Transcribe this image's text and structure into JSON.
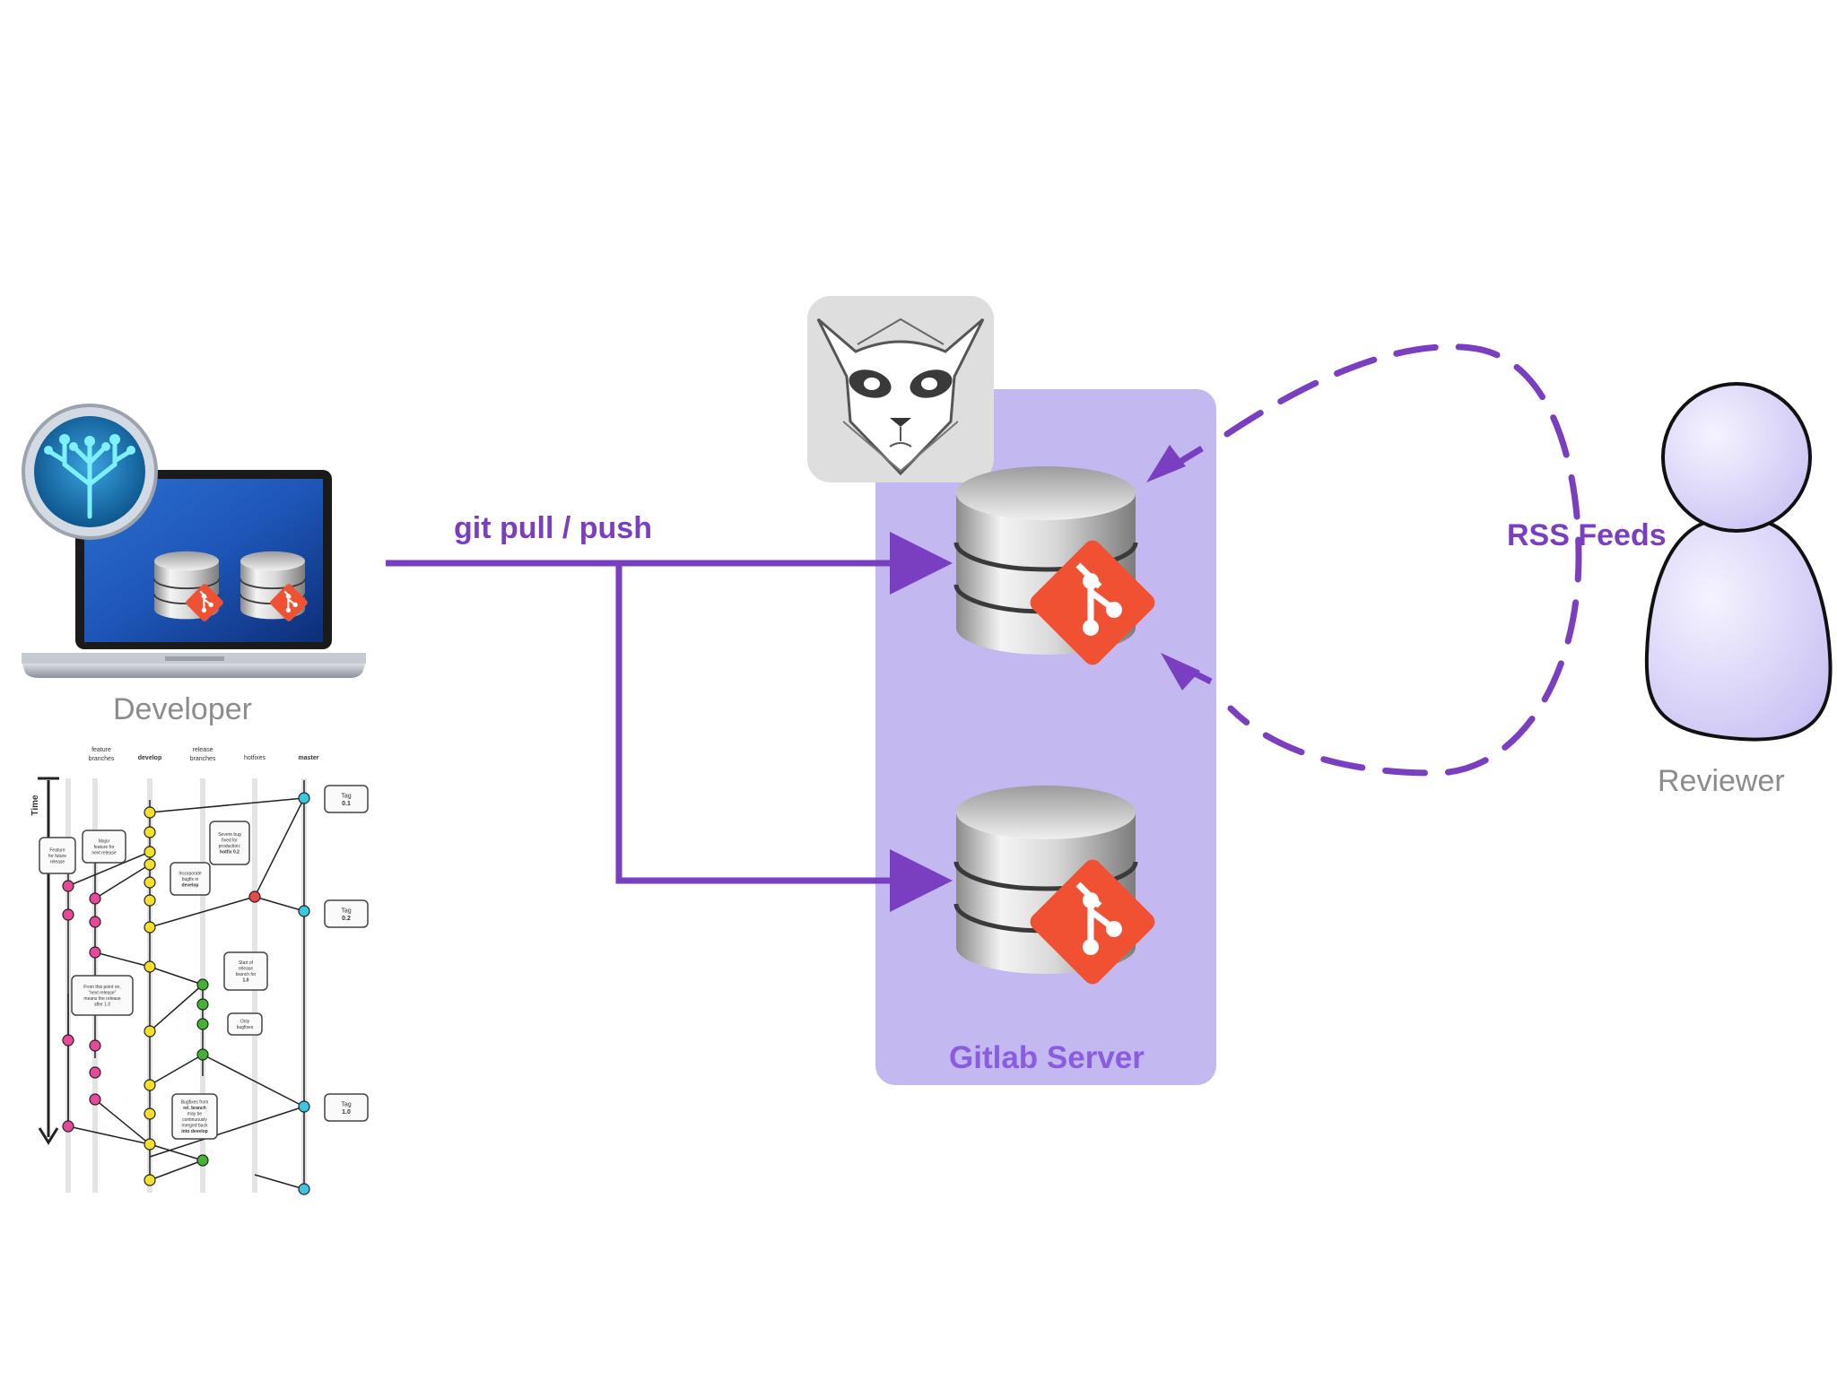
{
  "labels": {
    "developer": "Developer",
    "reviewer": "Reviewer",
    "git_pull_push": "git pull / push",
    "rss_feeds": "RSS Feeds",
    "gitlab_server": "Gitlab Server"
  },
  "gitflow": {
    "columns": [
      "feature",
      "branches",
      "develop",
      "release",
      "branches",
      "hotfixes",
      "master"
    ],
    "time_label": "Time",
    "notes": {
      "tag01": [
        "Tag",
        "0.1"
      ],
      "tag02": [
        "Tag",
        "0.2"
      ],
      "tag10": [
        "Tag",
        "1.0"
      ],
      "feature_future": [
        "Feature",
        "for future",
        "release"
      ],
      "major_feature": [
        "Major",
        "feature for",
        "next release"
      ],
      "severe_bug": [
        "Severe bug",
        "fixed for",
        "production:",
        "hotfix 0.2"
      ],
      "incorporate": [
        "Incorporate",
        "bugfix in",
        "develop"
      ],
      "start_release": [
        "Start of",
        "release",
        "branch for",
        "1.0"
      ],
      "from_this_point": [
        "From this point on,",
        "\"next release\"",
        "means the release",
        "after 1.0"
      ],
      "only_bugfixes": [
        "Only",
        "bugfixes"
      ],
      "bugfixes_from": [
        "Bugfixes from",
        "rel. branch",
        "may be",
        "continuously",
        "merged back",
        "into develop"
      ]
    }
  },
  "colors": {
    "accent": "#7a3fc0",
    "server_panel": "#c3b8f0",
    "git_logo": "#f05133",
    "reviewer_fill": "#dcd6fb",
    "feature": "#e8489c",
    "develop": "#f2e02c",
    "release": "#44b233",
    "hotfix": "#e64a4a",
    "master": "#3cc7de"
  },
  "icons": {
    "laptop": "laptop-icon",
    "sourcetree": "sourcetree-icon",
    "gitlab": "gitlab-cat-icon",
    "database": "database-icon",
    "git": "git-logo-icon",
    "user": "user-icon"
  }
}
